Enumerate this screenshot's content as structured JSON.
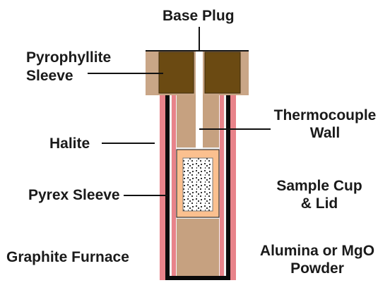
{
  "labels": {
    "base_plug": "Base Plug",
    "pyrophyllite_sleeve": [
      "Pyrophyllite",
      "Sleeve"
    ],
    "thermocouple_wall": [
      "Thermocouple",
      "Wall"
    ],
    "halite": "Halite",
    "sample_cup_lid": [
      "Sample Cup",
      "& Lid"
    ],
    "pyrex_sleeve": "Pyrex Sleeve",
    "graphite_furnace": "Graphite Furnace",
    "alumina_mgo_powder": [
      "Alumina or MgO",
      "Powder"
    ]
  },
  "colors": {
    "pyrophyllite": "#c9a687",
    "base_plug": "#6b4a12",
    "halite": "#e8838a",
    "graphite": "#0a0a0a",
    "pyrex": "#f2f2f2",
    "alumina_mgo": "#c6a180",
    "sample_cup": "#fbc08f",
    "sample": "#ffffff",
    "sample_speckle": "#333333",
    "line": "#111111"
  }
}
